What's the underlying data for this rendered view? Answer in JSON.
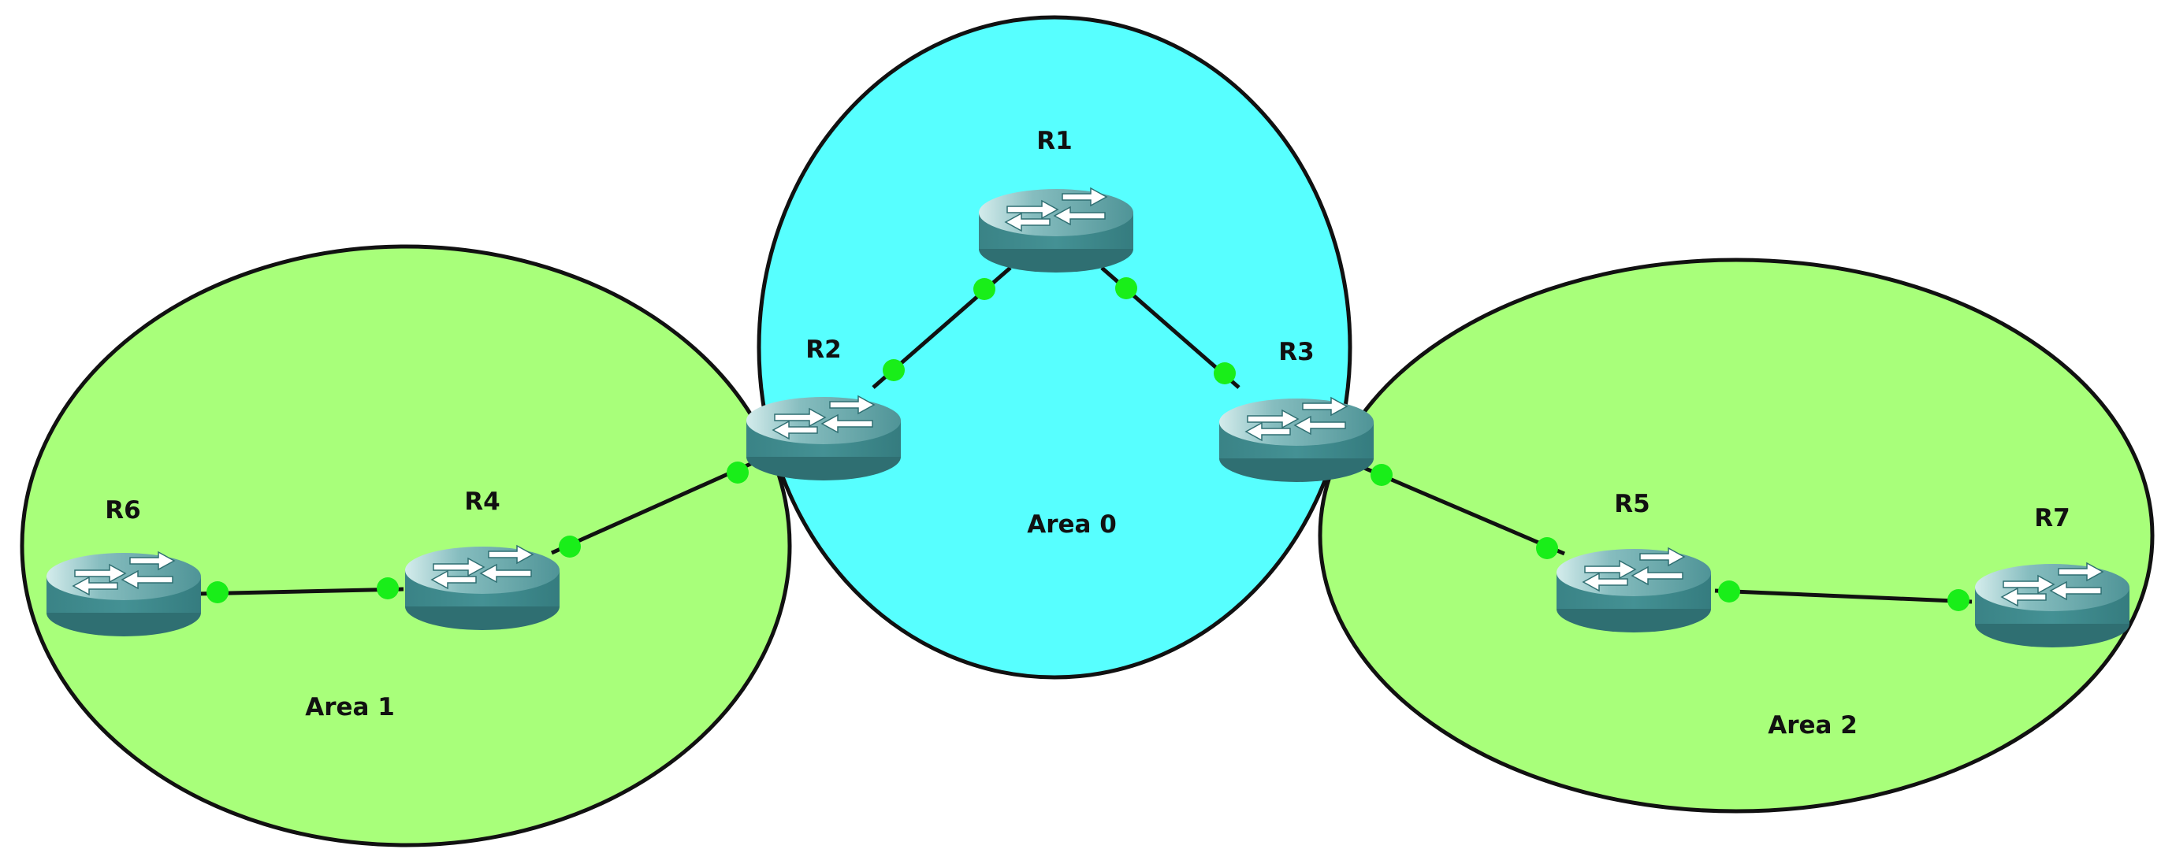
{
  "colors": {
    "area_backbone_fill": "#57ffff",
    "area_normal_fill": "#a8ff7a",
    "area_border": "#111111",
    "link_line": "#111111",
    "interface_dot": "#19ee19",
    "router_top": "#6fb0b2",
    "router_side": "#3f8b8e"
  },
  "areas": [
    {
      "id": "area0",
      "label": "Area 0"
    },
    {
      "id": "area1",
      "label": "Area 1"
    },
    {
      "id": "area2",
      "label": "Area 2"
    }
  ],
  "routers": [
    {
      "id": "r1",
      "label": "R1",
      "icon": "router-icon"
    },
    {
      "id": "r2",
      "label": "R2",
      "icon": "router-icon"
    },
    {
      "id": "r3",
      "label": "R3",
      "icon": "router-icon"
    },
    {
      "id": "r4",
      "label": "R4",
      "icon": "router-icon"
    },
    {
      "id": "r5",
      "label": "R5",
      "icon": "router-icon"
    },
    {
      "id": "r6",
      "label": "R6",
      "icon": "router-icon"
    },
    {
      "id": "r7",
      "label": "R7",
      "icon": "router-icon"
    }
  ],
  "links": [
    {
      "from": "R1",
      "to": "R2"
    },
    {
      "from": "R1",
      "to": "R3"
    },
    {
      "from": "R2",
      "to": "R4"
    },
    {
      "from": "R4",
      "to": "R6"
    },
    {
      "from": "R3",
      "to": "R5"
    },
    {
      "from": "R5",
      "to": "R7"
    }
  ]
}
